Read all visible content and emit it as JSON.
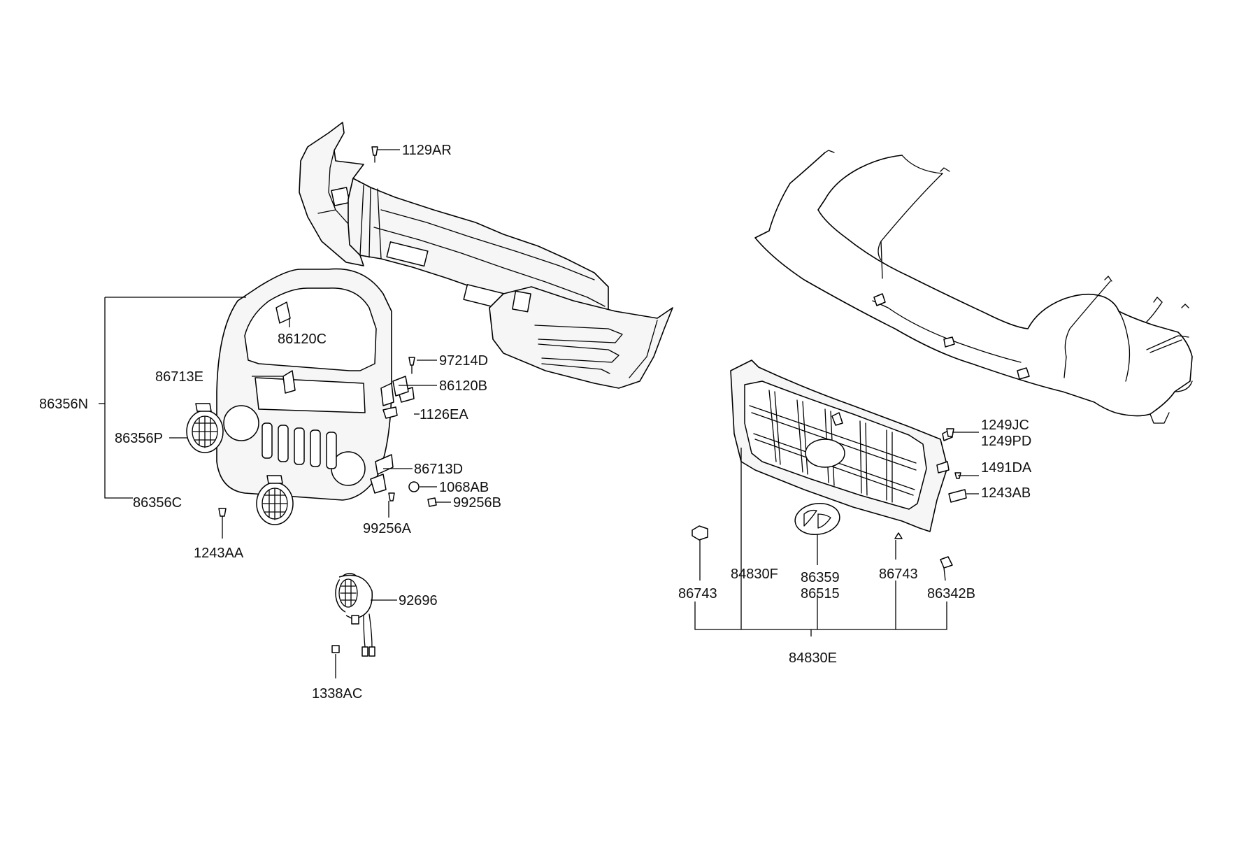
{
  "labels": {
    "l1129AR": "1129AR",
    "l86120C": "86120C",
    "l97214D": "97214D",
    "l86713E": "86713E",
    "l86120B": "86120B",
    "l86356N": "86356N",
    "l1126EA": "1126EA",
    "l86356P": "86356P",
    "l86713D": "86713D",
    "l1068AB": "1068AB",
    "l86356C": "86356C",
    "l99256B": "99256B",
    "l99256A": "99256A",
    "l1243AA": "1243AA",
    "l92696": "92696",
    "l1338AC": "1338AC",
    "l1249JC": "1249JC",
    "l1249PD": "1249PD",
    "l1491DA": "1491DA",
    "l1243AB": "1243AB",
    "l86743a": "86743",
    "l84830F": "84830F",
    "l86359": "86359",
    "l86515": "86515",
    "l86743b": "86743",
    "l86342B": "86342B",
    "l84830E": "84830E"
  }
}
